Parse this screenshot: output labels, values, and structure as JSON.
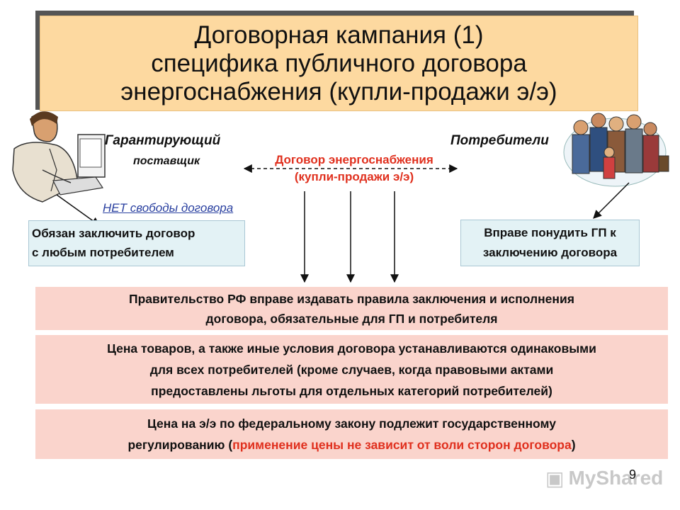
{
  "title": {
    "line1": "Договорная кампания (1)",
    "line2": "специфика публичного договора",
    "line3": "энергоснабжения (купли-продажи э/э)"
  },
  "supplier": {
    "label": "Гарантирующий",
    "sublabel": "поставщик",
    "note": "НЕТ свободы договора",
    "duty_line1": "Обязан заключить договор",
    "duty_line2": "с любым потребителем"
  },
  "consumers": {
    "label": "Потребители",
    "right_line1": "Вправе понудить ГП к",
    "right_line2": "заключению договора"
  },
  "contract": {
    "line1": "Договор энергоснабжения",
    "line2": "(купли-продажи э/э)"
  },
  "rules": {
    "gov_line1": "Правительство РФ вправе издавать правила заключения и исполнения",
    "gov_line2": "договора, обязательные для ГП и потребителя",
    "price_line1": "Цена товаров, а также иные условия договора устанавливаются одинаковыми",
    "price_line2": "для всех потребителей (кроме случаев, когда правовыми актами",
    "price_line3": "предоставлены льготы для отдельных категорий потребителей)",
    "reg_line1": "Цена на э/э по федеральному закону подлежит государственному",
    "reg_line2_pre": "регулированию (",
    "reg_line2_red": "применение цены не зависит от воли сторон договора",
    "reg_line2_post": ")"
  },
  "footer": {
    "logo_text": "MyShared",
    "page_number": "9"
  },
  "colors": {
    "title_bg": "#fdd9a0",
    "pink_bg": "#fad4cc",
    "blue_bg": "#e3f2f5",
    "accent_red": "#e0301e",
    "link_blue": "#2a40a0"
  }
}
